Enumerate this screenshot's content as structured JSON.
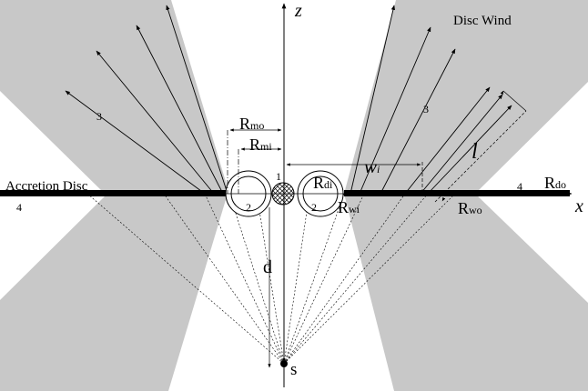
{
  "diagram": {
    "axes": {
      "z": "z",
      "x": "x"
    },
    "disc": {
      "label": "Accretion Disc",
      "outer_radius": "R",
      "outer_radius_sub": "do"
    },
    "wind": {
      "label": "Disc Wind"
    },
    "source": {
      "label": "s"
    },
    "distance": {
      "label": "d"
    },
    "radii": {
      "rmo": {
        "main": "R",
        "sub": "mo"
      },
      "rmi": {
        "main": "R",
        "sub": "mi"
      },
      "rdi": {
        "main": "R",
        "sub": "di"
      },
      "rwi": {
        "main": "R",
        "sub": "wi"
      },
      "rwo": {
        "main": "R",
        "sub": "wo"
      }
    },
    "width": {
      "main": "w",
      "sub": "i"
    },
    "length": {
      "label": "l"
    },
    "regions": {
      "r1": "1",
      "r2_left": "2",
      "r2_right": "2",
      "r3_left": "3",
      "r3_right": "3",
      "r4_left": "4",
      "r4_right": "4"
    },
    "colors": {
      "shade": "#c8c8c8",
      "line": "#000000",
      "background": "#ffffff"
    }
  }
}
